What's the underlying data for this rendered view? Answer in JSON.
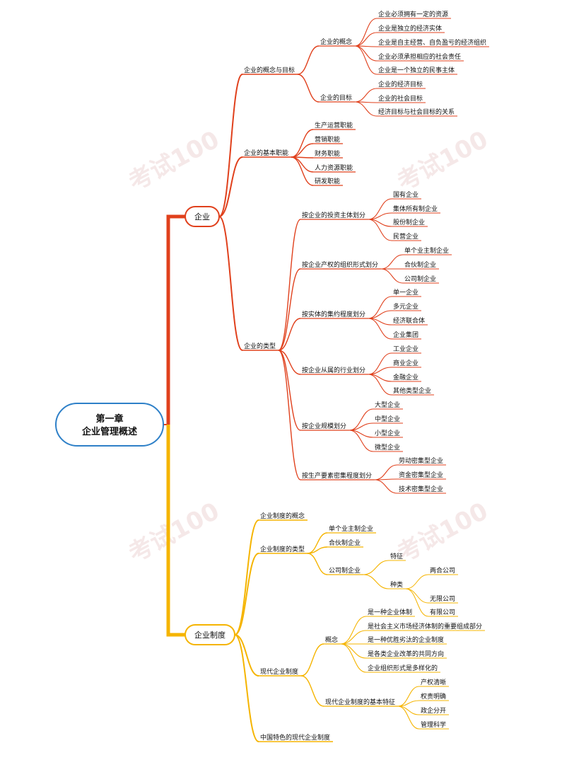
{
  "colors": {
    "red": "#e0401c",
    "yellow": "#f5b400",
    "root_border": "#2e80c8"
  },
  "root": {
    "label_line1": "第一章",
    "label_line2": "企业管理概述"
  },
  "watermark": {
    "text": "考试100"
  },
  "branches": [
    {
      "label": "企业",
      "color": "red",
      "children": [
        {
          "label": "企业的概念与目标",
          "children": [
            {
              "label": "企业的概念",
              "children": [
                {
                  "label": "企业必须拥有一定的资源"
                },
                {
                  "label": "企业是独立的经济实体"
                },
                {
                  "label": "企业是自主经营、自负盈亏的经济组织"
                },
                {
                  "label": "企业必须承担相应的社会责任"
                },
                {
                  "label": "企业是一个独立的民事主体"
                }
              ]
            },
            {
              "label": "企业的目标",
              "children": [
                {
                  "label": "企业的经济目标"
                },
                {
                  "label": "企业的社会目标"
                },
                {
                  "label": "经济目标与社会目标的关系"
                }
              ]
            }
          ]
        },
        {
          "label": "企业的基本职能",
          "children": [
            {
              "label": "生产运营职能"
            },
            {
              "label": "营销职能"
            },
            {
              "label": "财务职能"
            },
            {
              "label": "人力资源职能"
            },
            {
              "label": "研发职能"
            }
          ]
        },
        {
          "label": "企业的类型",
          "children": [
            {
              "label": "按企业的投资主体划分",
              "children": [
                {
                  "label": "国有企业"
                },
                {
                  "label": "集体所有制企业"
                },
                {
                  "label": "股份制企业"
                },
                {
                  "label": "民营企业"
                }
              ]
            },
            {
              "label": "按企业产权的组织形式划分",
              "children": [
                {
                  "label": "单个业主制企业"
                },
                {
                  "label": "合伙制企业"
                },
                {
                  "label": "公司制企业"
                }
              ]
            },
            {
              "label": "按实体的集约程度划分",
              "children": [
                {
                  "label": "单一企业"
                },
                {
                  "label": "多元企业"
                },
                {
                  "label": "经济联合体"
                },
                {
                  "label": "企业集团"
                }
              ]
            },
            {
              "label": "按企业从属的行业划分",
              "children": [
                {
                  "label": "工业企业"
                },
                {
                  "label": "商业企业"
                },
                {
                  "label": "金融企业"
                },
                {
                  "label": "其他类型企业"
                }
              ]
            },
            {
              "label": "按企业规模划分",
              "children": [
                {
                  "label": "大型企业"
                },
                {
                  "label": "中型企业"
                },
                {
                  "label": "小型企业"
                },
                {
                  "label": "微型企业"
                }
              ]
            },
            {
              "label": "按生产要素密集程度划分",
              "children": [
                {
                  "label": "劳动密集型企业"
                },
                {
                  "label": "资金密集型企业"
                },
                {
                  "label": "技术密集型企业"
                }
              ]
            }
          ]
        }
      ]
    },
    {
      "label": "企业制度",
      "color": "yellow",
      "children": [
        {
          "label": "企业制度的概念"
        },
        {
          "label": "企业制度的类型",
          "children": [
            {
              "label": "单个业主制企业"
            },
            {
              "label": "合伙制企业"
            },
            {
              "label": "公司制企业",
              "children": [
                {
                  "label": "特征"
                },
                {
                  "label": "种类",
                  "children": [
                    {
                      "label": "无限公司"
                    },
                    {
                      "label": "有限公司"
                    },
                    {
                      "label": "两合公司"
                    }
                  ]
                }
              ]
            }
          ]
        },
        {
          "label": "现代企业制度",
          "children": [
            {
              "label": "概念",
              "children": [
                {
                  "label": "是一种企业体制"
                },
                {
                  "label": "是社会主义市场经济体制的重要组成部分"
                },
                {
                  "label": "是一种优胜劣汰的企业制度"
                },
                {
                  "label": "是各类企业改革的共同方向"
                },
                {
                  "label": "企业组织形式是多样化的"
                }
              ]
            },
            {
              "label": "现代企业制度的基本特征",
              "children": [
                {
                  "label": "产权清晰"
                },
                {
                  "label": "权责明确"
                },
                {
                  "label": "政企分开"
                },
                {
                  "label": "管理科学"
                }
              ]
            }
          ]
        },
        {
          "label": "中国特色的现代企业制度"
        }
      ]
    }
  ]
}
